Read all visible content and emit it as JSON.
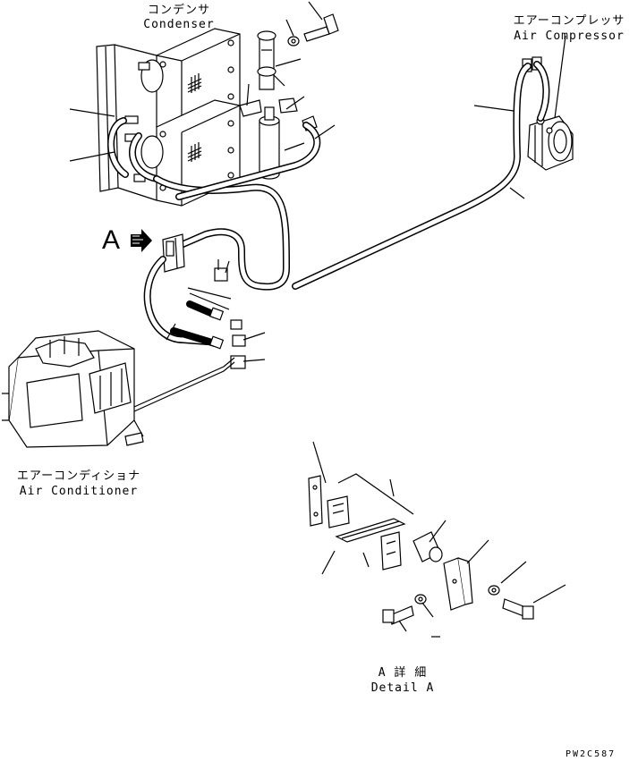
{
  "labels": {
    "condenser_jp": "コンデンサ",
    "condenser_en": "Condenser",
    "compressor_jp": "エアーコンプレッサ",
    "compressor_en": "Air Compressor",
    "view_marker": "A",
    "air_conditioner_jp": "エアーコンディショナ",
    "air_conditioner_en": "Air Conditioner",
    "detail_jp": "A 詳 細",
    "detail_en": "Detail A",
    "drawing_code": "PW2C587"
  }
}
